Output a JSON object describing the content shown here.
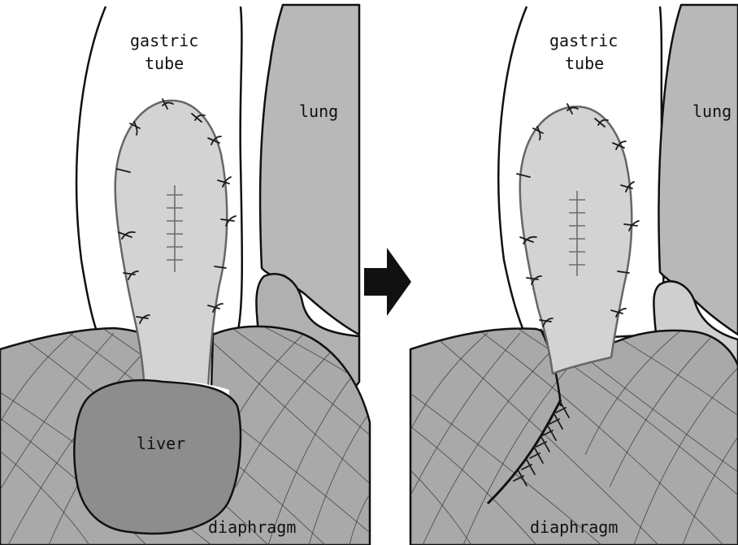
{
  "panels": [
    {
      "id": "before",
      "labels": {
        "gastric_tube_line1": "gastric",
        "gastric_tube_line2": "tube",
        "lung": "lung",
        "liver": "liver",
        "diaphragm": "diaphragm"
      }
    },
    {
      "id": "after",
      "labels": {
        "gastric_tube_line1": "gastric",
        "gastric_tube_line2": "tube",
        "lung": "lung",
        "diaphragm": "diaphragm"
      }
    }
  ],
  "icons": {
    "transition": "right-arrow-icon"
  },
  "colors": {
    "diaphragm": "#a9a9a9",
    "lung": "#b8b8b8",
    "liver": "#8d8d8d",
    "patch": "#d3d3d3",
    "outline": "#111111",
    "background": "#ffffff"
  }
}
